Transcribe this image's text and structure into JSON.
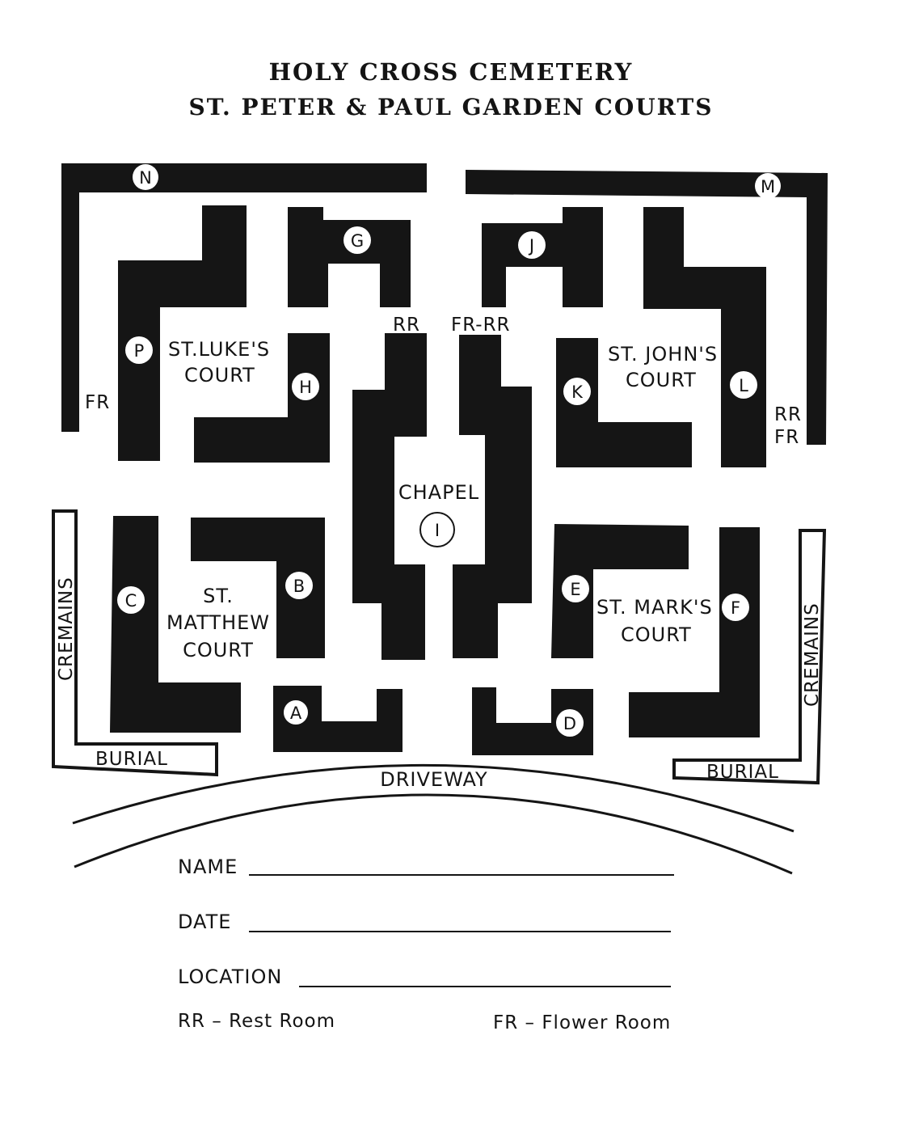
{
  "title": {
    "line1": "HOLY CROSS CEMETERY",
    "line2": "ST. PETER & PAUL GARDEN COURTS"
  },
  "sections": {
    "A": "A",
    "B": "B",
    "C": "C",
    "D": "D",
    "E": "E",
    "F": "F",
    "G": "G",
    "H": "H",
    "I": "I",
    "J": "J",
    "K": "K",
    "L": "L",
    "M": "M",
    "N": "N",
    "P": "P"
  },
  "courts": {
    "st_luke": [
      "ST.LUKE'S",
      "COURT"
    ],
    "st_john": [
      "ST. JOHN'S",
      "COURT"
    ],
    "st_matthew": [
      "ST.",
      "MATTHEW",
      "COURT"
    ],
    "st_mark": [
      "ST. MARK'S",
      "COURT"
    ]
  },
  "places": {
    "chapel": "CHAPEL",
    "driveway": "DRIVEWAY",
    "cremains": "CREMAINS",
    "burial": "BURIAL"
  },
  "facilities": {
    "rr": "RR",
    "fr_rr": "FR-RR",
    "fr": "FR"
  },
  "form": {
    "name_label": "NAME",
    "date_label": "DATE",
    "location_label": "LOCATION"
  },
  "legend": {
    "rr": "RR – Rest Room",
    "fr": "FR – Flower Room"
  }
}
